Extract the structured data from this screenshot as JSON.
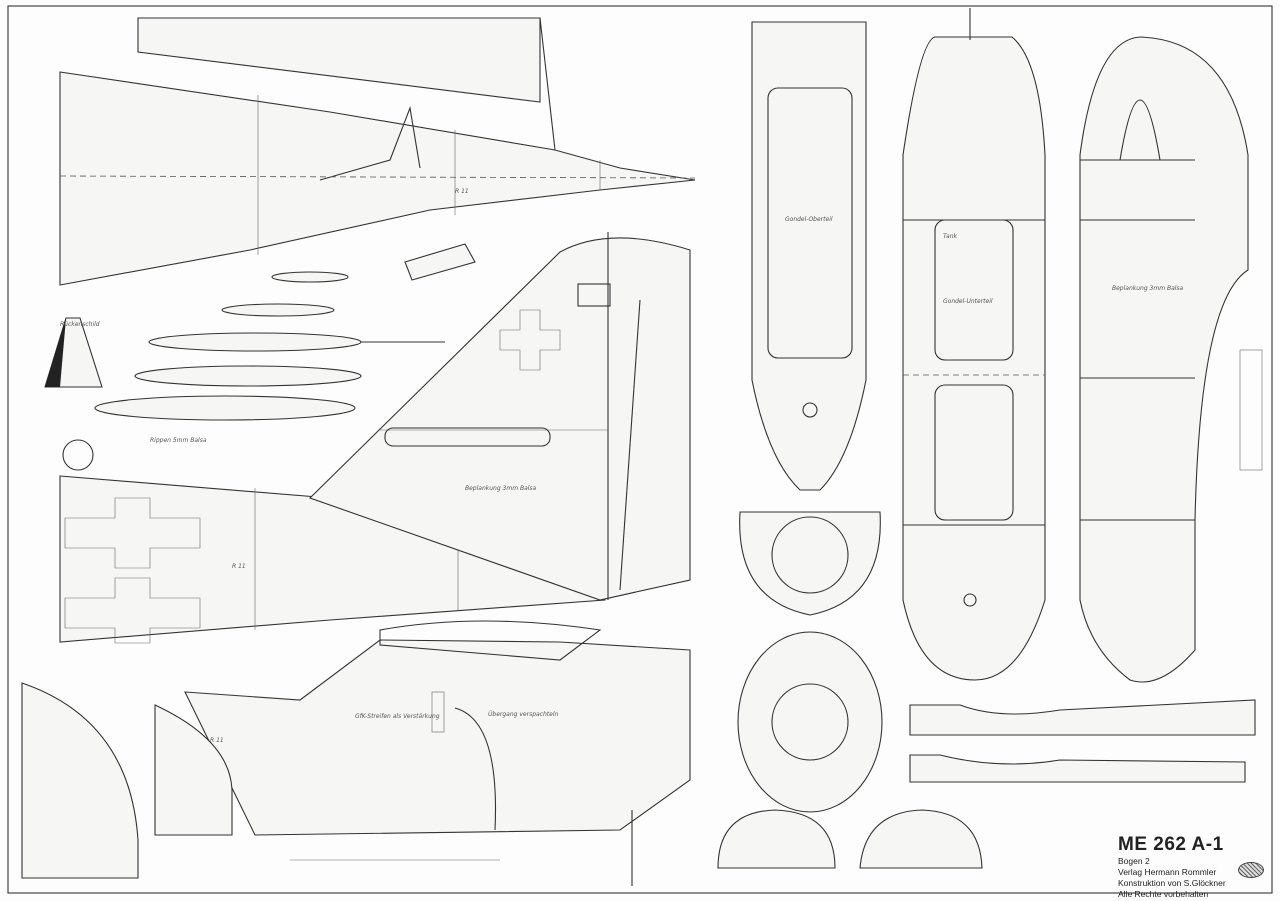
{
  "title_block": {
    "title": "ME 262 A-1",
    "sheet": "Bogen 2",
    "publisher": "Verlag Hermann Rommler",
    "designer": "Konstruktion von S.Glöckner",
    "rights": "Alle Rechte vorbehalten",
    "stamp_icon": "publisher-seal"
  },
  "labels": {
    "rueckenschild": "Rückenschild",
    "rippen": "Rippen 5mm Balsa",
    "gondel_oberteil": "Gondel-Oberteil",
    "gondel_unterteil": "Gondel-Unterteil",
    "tank": "Tank",
    "beplankung_nacelle": "Beplankung 3mm Balsa",
    "beplankung_wing": "Beplankung 3mm Balsa",
    "uebergang": "Übergang verspachteln",
    "gfk": "GfK-Streifen als Verstärkung",
    "r11_a": "R 11",
    "r11_b": "R 11",
    "r11_c": "R 11"
  }
}
